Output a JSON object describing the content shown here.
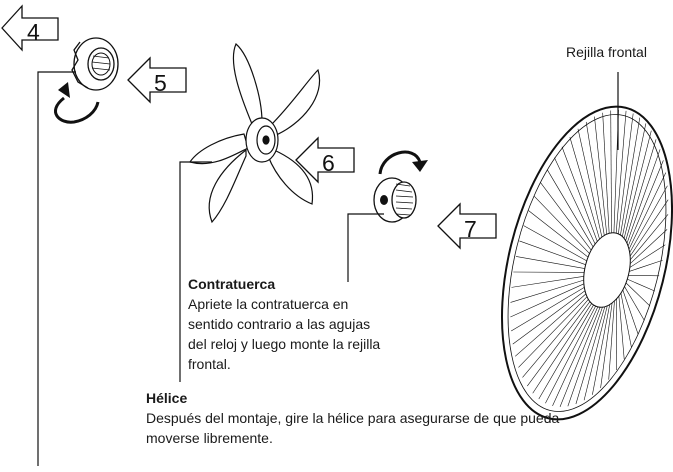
{
  "labels": {
    "rejilla_frontal": "Rejilla frontal",
    "contratuerca_title": "Contratuerca",
    "contratuerca_desc": "Apriete la contratuerca en sentido contrario a las agujas del reloj y luego monte la rejilla frontal.",
    "helice_title": "Hélice",
    "helice_desc": "Después del montaje, gire la hélice para asegurarse de que pueda moverse libremente."
  },
  "steps": [
    "4",
    "5",
    "6",
    "7"
  ],
  "colors": {
    "line": "#111111",
    "fill": "#ffffff"
  }
}
